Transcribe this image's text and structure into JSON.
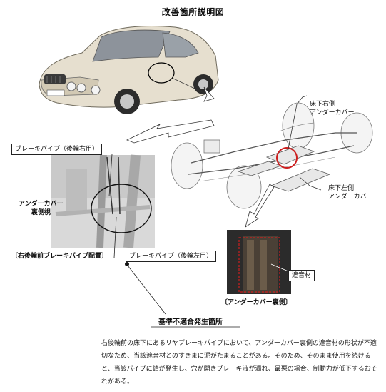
{
  "title": "改善箇所説明図",
  "callouts": {
    "rear_right_under_cover": [
      "床下右側",
      "アンダーカバー"
    ],
    "rear_left_under_cover": [
      "床下左側",
      "アンダーカバー"
    ],
    "brake_pipe_rear_right": "ブレーキパイプ（後輪右用）",
    "brake_pipe_rear_left": "ブレーキパイプ（後輪左用）",
    "under_cover_back_side": [
      "アンダーカバー",
      "裏側視"
    ],
    "pipe_layout_caption": "〔右後輪前ブレーキパイプ配置〕",
    "under_cover_caption": "〔アンダーカバー裏側〕",
    "sound_insulation": "遮音材",
    "nonconformity_location": "基準不適合発生箇所"
  },
  "description": "右後輪前の床下にあるリヤブレーキパイプにおいて、アンダーカバー裏側の遮音材の形状が不適切なため、当該遮音材とのすきまに泥がたまることがある。そのため、そのまま使用を続けると、当該パイプに錆が発生し、穴が開きブレーキ液が漏れ、最悪の場合、制動力が低下するおそれがある。",
  "colors": {
    "highlight": "#cc1e1e",
    "arrow_fill": "#ffffff",
    "line": "#333333"
  }
}
